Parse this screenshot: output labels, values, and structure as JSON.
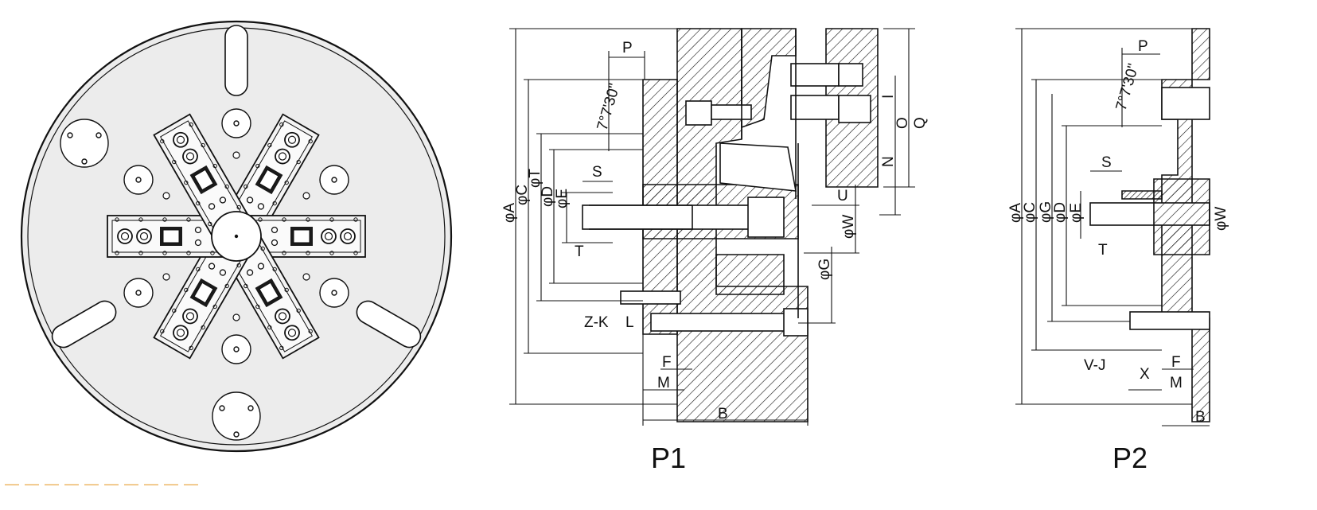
{
  "figure": {
    "view_captions": [
      "P1",
      "P2"
    ],
    "p1_labels": {
      "dia_a": "φA",
      "dia_c": "φC",
      "dia_t": "φT",
      "dia_d": "φD",
      "dia_e": "φE",
      "p": "P",
      "angle": "7°7'30\"",
      "s": "S",
      "t": "T",
      "zk": "Z-K",
      "l": "L",
      "f": "F",
      "m": "M",
      "b": "B",
      "dia_w": "φW",
      "dia_g": "φG",
      "u": "U",
      "n": "N",
      "i": "I",
      "o": "O",
      "q": "Q"
    },
    "p2_labels": {
      "dia_a": "φA",
      "dia_c": "φC",
      "dia_g": "φG",
      "dia_d": "φD",
      "dia_e": "φE",
      "p": "P",
      "angle": "7°7'30\"",
      "s": "S",
      "t": "T",
      "dia_w": "φW",
      "vj": "V-J",
      "x": "X",
      "f": "F",
      "m": "M",
      "b": "B"
    },
    "watermark": "— — — — — — — — — —",
    "colors": {
      "line": "#111111",
      "background": "#ffffff",
      "face": "#ececec",
      "watermark": "#e9a94a"
    }
  }
}
